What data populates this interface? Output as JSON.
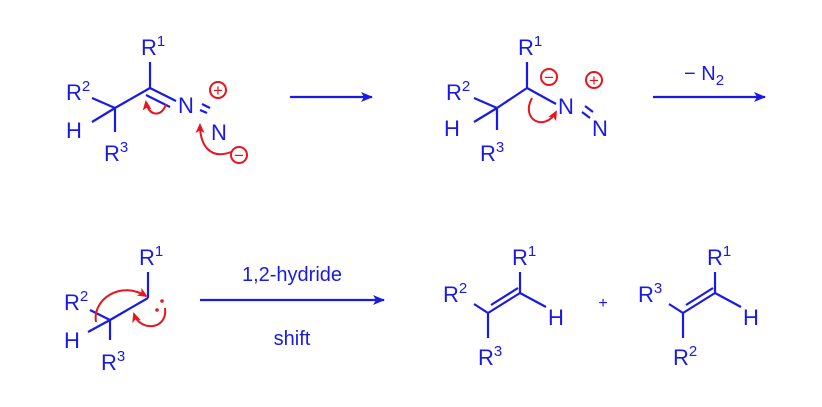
{
  "colors": {
    "structure": "#1a1ae6",
    "electron_arrows": "#e8141e"
  },
  "atoms": {
    "R": "R",
    "H": "H",
    "N": "N",
    "n1": "1",
    "n2": "2",
    "n3": "3"
  },
  "charges": {
    "plus": "+",
    "minus": "−"
  },
  "step1": {
    "arrow_label": ""
  },
  "step2": {
    "arrow_label": "− N",
    "arrow_label_sub": "2"
  },
  "step3": {
    "arrow_label_top": "1,2-hydride",
    "arrow_label_bottom": "shift"
  },
  "products_plus": "+"
}
